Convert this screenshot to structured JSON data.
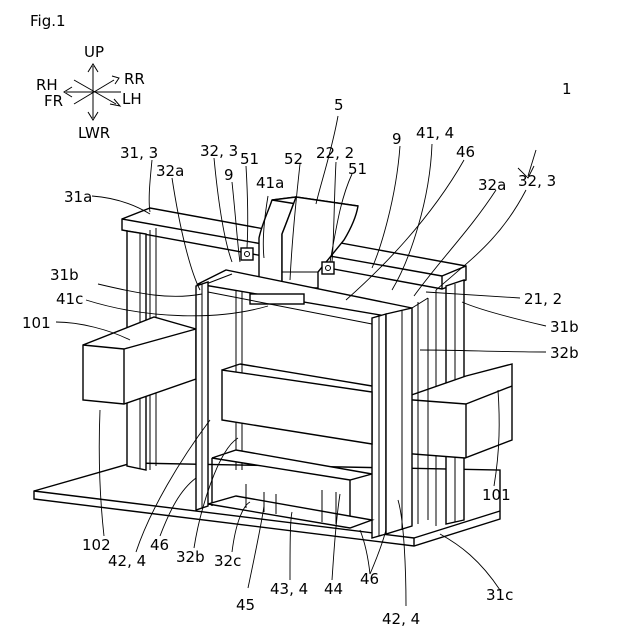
{
  "figure_title": "Fig.1",
  "orientation": {
    "up": "UP",
    "down": "LWR",
    "rh": "RH",
    "rr": "RR",
    "fr": "FR",
    "lh": "LH"
  },
  "labels": {
    "l1": "1",
    "l5": "5",
    "l9a": "9",
    "l9b": "9",
    "l31_3": "31, 3",
    "l32_3a": "32, 3",
    "l32_3b": "32, 3",
    "l51a": "51",
    "l51b": "51",
    "l52": "52",
    "l22_2": "22, 2",
    "l41_4": "41, 4",
    "l46a": "46",
    "l32a_1": "32a",
    "l32a_2": "32a",
    "l41a": "41a",
    "l31a": "31a",
    "l31b_1": "31b",
    "l31b_2": "31b",
    "l41c": "41c",
    "l101a": "101",
    "l101b": "101",
    "l21_2": "21, 2",
    "l32b_1": "32b",
    "l32b_2": "32b",
    "l102": "102",
    "l42_4a": "42, 4",
    "l42_4b": "42, 4",
    "l46b": "46",
    "l46c": "46",
    "l32c": "32c",
    "l45": "45",
    "l43_4": "43, 4",
    "l44": "44",
    "l31c": "31c"
  }
}
